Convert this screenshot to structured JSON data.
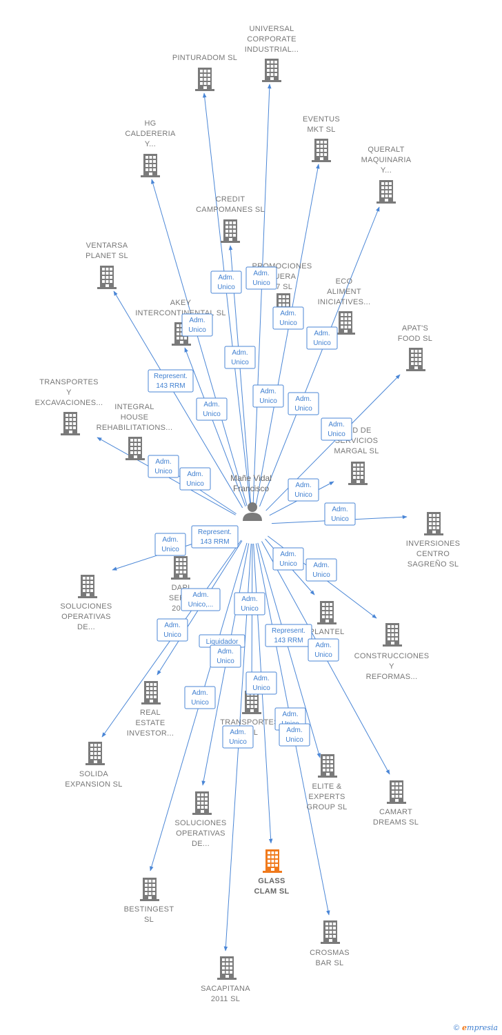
{
  "colors": {
    "edge": "#4a86d6",
    "building": "#7a7a7a",
    "highlight": "#f07a1c",
    "label": "#777777"
  },
  "center": {
    "name_lines": [
      "Mañe Vidal",
      "Francisco"
    ],
    "icon": "person-icon"
  },
  "nodes": [
    {
      "id": "pinturadom",
      "lines": [
        "PINTURADOM SL"
      ],
      "highlight": false
    },
    {
      "id": "universal",
      "lines": [
        "UNIVERSAL",
        "CORPORATE",
        "INDUSTRIAL..."
      ],
      "highlight": false
    },
    {
      "id": "eventus",
      "lines": [
        "EVENTUS",
        "MKT  SL"
      ],
      "highlight": false
    },
    {
      "id": "queralt",
      "lines": [
        "QUERALT",
        "MAQUINARIA",
        "Y..."
      ],
      "highlight": false
    },
    {
      "id": "hg",
      "lines": [
        "HG",
        "CALDERERIA",
        "Y..."
      ],
      "highlight": false
    },
    {
      "id": "credit",
      "lines": [
        "CREDIT",
        "CAMPOMANES SL"
      ],
      "highlight": false
    },
    {
      "id": "promociones",
      "lines": [
        "PROMOCIONES",
        "QUERA",
        "07 SL"
      ],
      "highlight": false
    },
    {
      "id": "ventarsa",
      "lines": [
        "VENTARSA",
        "PLANET SL"
      ],
      "highlight": false
    },
    {
      "id": "eco",
      "lines": [
        "ECO",
        "ALIMENT",
        "INICIATIVES..."
      ],
      "highlight": false
    },
    {
      "id": "akey",
      "lines": [
        "AKEY",
        "INTERCONTINENTAL SL"
      ],
      "highlight": false
    },
    {
      "id": "apats",
      "lines": [
        "APAT'S",
        "FOOD  SL"
      ],
      "highlight": false
    },
    {
      "id": "transportes_exc",
      "lines": [
        "TRANSPORTES",
        "Y",
        "EXCAVACIONES..."
      ],
      "highlight": false
    },
    {
      "id": "integral",
      "lines": [
        "INTEGRAL",
        "HOUSE",
        "REHABILITATIONS..."
      ],
      "highlight": false
    },
    {
      "id": "margal",
      "lines": [
        "DAD DE",
        "SERVICIOS",
        "MARGAL SL"
      ],
      "highlight": false
    },
    {
      "id": "inversiones",
      "lines": [
        "INVERSIONES",
        "CENTRO",
        "SAGREÑO  SL"
      ],
      "highlight": false
    },
    {
      "id": "soluciones1",
      "lines": [
        "SOLUCIONES",
        "OPERATIVAS",
        "DE..."
      ],
      "highlight": false
    },
    {
      "id": "dapi",
      "lines": [
        "DAPI",
        "SERVI",
        "2005"
      ],
      "highlight": false
    },
    {
      "id": "plantel",
      "lines": [
        "PLANTEL",
        "ES"
      ],
      "highlight": false
    },
    {
      "id": "construcciones",
      "lines": [
        "CONSTRUCCIONES",
        "Y",
        "REFORMAS..."
      ],
      "highlight": false
    },
    {
      "id": "realestate",
      "lines": [
        "REAL",
        "ESTATE",
        "INVESTOR..."
      ],
      "highlight": false
    },
    {
      "id": "transportes2",
      "lines": [
        "TRANSPORTES",
        "A SL"
      ],
      "highlight": false
    },
    {
      "id": "solida",
      "lines": [
        "SOLIDA",
        "EXPANSION  SL"
      ],
      "highlight": false
    },
    {
      "id": "elite",
      "lines": [
        "ELITE &",
        "EXPERTS",
        "GROUP  SL"
      ],
      "highlight": false
    },
    {
      "id": "camart",
      "lines": [
        "CAMART",
        "DREAMS SL"
      ],
      "highlight": false
    },
    {
      "id": "soluciones2",
      "lines": [
        "SOLUCIONES",
        "OPERATIVAS",
        "DE..."
      ],
      "highlight": false
    },
    {
      "id": "glass",
      "lines": [
        "GLASS",
        "CLAM  SL"
      ],
      "highlight": true
    },
    {
      "id": "bestingest",
      "lines": [
        "BESTINGEST",
        "SL"
      ],
      "highlight": false
    },
    {
      "id": "crosmas",
      "lines": [
        "CROSMAS",
        "BAR SL"
      ],
      "highlight": false
    },
    {
      "id": "sacapitana",
      "lines": [
        "SACAPITANA",
        "2011 SL"
      ],
      "highlight": false
    }
  ],
  "tags": [
    {
      "lines": [
        "Adm.",
        "Unico"
      ]
    },
    {
      "lines": [
        "Adm.",
        "Unico"
      ]
    },
    {
      "lines": [
        "Adm.",
        "Unico"
      ]
    },
    {
      "lines": [
        "Adm.",
        "Unico"
      ]
    },
    {
      "lines": [
        "Adm.",
        "Unico"
      ]
    },
    {
      "lines": [
        "Adm.",
        "Unico"
      ]
    },
    {
      "lines": [
        "Represent.",
        "143 RRM"
      ]
    },
    {
      "lines": [
        "Adm.",
        "Unico"
      ]
    },
    {
      "lines": [
        "Adm.",
        "Unico"
      ]
    },
    {
      "lines": [
        "Adm.",
        "Unico"
      ]
    },
    {
      "lines": [
        "Adm.",
        "Unico"
      ]
    },
    {
      "lines": [
        "Adm.",
        "Unico"
      ]
    },
    {
      "lines": [
        "Adm.",
        "Unico"
      ]
    },
    {
      "lines": [
        "Adm.",
        "Unico"
      ]
    },
    {
      "lines": [
        "Adm.",
        "Unico"
      ]
    },
    {
      "lines": [
        "Adm.",
        "Unico"
      ]
    },
    {
      "lines": [
        "Represent.",
        "143 RRM"
      ]
    },
    {
      "lines": [
        "Adm.",
        "Unico"
      ]
    },
    {
      "lines": [
        "Adm.",
        "Unico"
      ]
    },
    {
      "lines": [
        "Adm.",
        "Unico,..."
      ]
    },
    {
      "lines": [
        "Adm.",
        "Unico"
      ]
    },
    {
      "lines": [
        "Adm.",
        "Unico"
      ]
    },
    {
      "lines": [
        "Represent.",
        "143 RRM"
      ]
    },
    {
      "lines": [
        "Liquidador"
      ]
    },
    {
      "lines": [
        "Adm.",
        "Unico"
      ]
    },
    {
      "lines": [
        "Adm.",
        "Unico"
      ]
    },
    {
      "lines": [
        "Adm.",
        "Unico"
      ]
    },
    {
      "lines": [
        "Adm.",
        "Unico"
      ]
    },
    {
      "lines": [
        "Adm.",
        "Unico"
      ]
    },
    {
      "lines": [
        "Adm.",
        "Unico"
      ]
    },
    {
      "lines": [
        "Adm.",
        "Unico"
      ]
    }
  ],
  "footer": {
    "copyright": "©",
    "brand_initial": "e",
    "brand_rest": "mpresia"
  }
}
